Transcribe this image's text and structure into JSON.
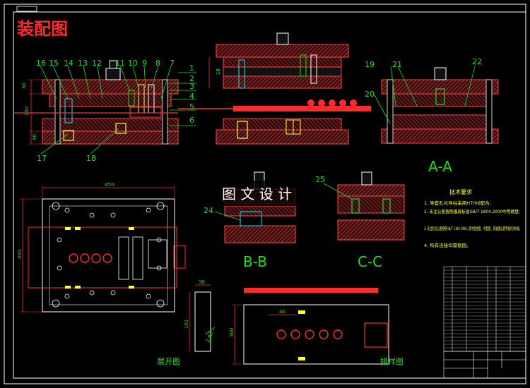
{
  "title": "装配图",
  "stamp": "",
  "watermark": "图 文 设 计",
  "colors": {
    "background": "#000000",
    "frame": "#ffffff",
    "title": "#ff2a2a",
    "section_label": "#19e019",
    "leader": "#19e019",
    "dimension": "#ff2a2a",
    "tech_text": "#ffff33",
    "hatch": "#c03a3a"
  },
  "part_numbers_left": [
    "16",
    "15",
    "14",
    "13",
    "12",
    "11",
    "10",
    "9",
    "8",
    "7"
  ],
  "part_numbers_right": [
    "1",
    "2",
    "3",
    "4",
    "5",
    "6"
  ],
  "part_numbers_bottom": [
    "17",
    "18"
  ],
  "part_numbers_aa": [
    "19",
    "21",
    "22",
    "20"
  ],
  "part_numbers_bb": [
    "24"
  ],
  "part_numbers_cc": [
    "25"
  ],
  "section_labels": {
    "aa": "A-A",
    "bb": "B-B",
    "cc": "C-C"
  },
  "dims": {
    "front_left": [
      "30",
      "250",
      "40"
    ],
    "top_mid": "18",
    "plan_width": "450",
    "plan_height": "400",
    "unfold_top": "30",
    "unfold_mid": "101",
    "unfold_tilt": "2-R3",
    "strip_height": "300",
    "strip_pitch": "40"
  },
  "tech_req": {
    "heading": "技术要求",
    "items": [
      "1. 导套孔与导柱采用H7/h6配合;",
      "2. 未注公差按照模具标准GB/T 1804-2000中等精度;",
      "3. 未注形位公差按照GB/T 1184-1996, 其中直线度、平面度、同轴度公差等级均为K级;",
      "4. 所有连接均需稳固。"
    ]
  },
  "views": {
    "unfold": "展开图",
    "strip": "排样图"
  },
  "title_block": {
    "company": "",
    "drawing_name": "",
    "scale": "",
    "sheet": ""
  }
}
